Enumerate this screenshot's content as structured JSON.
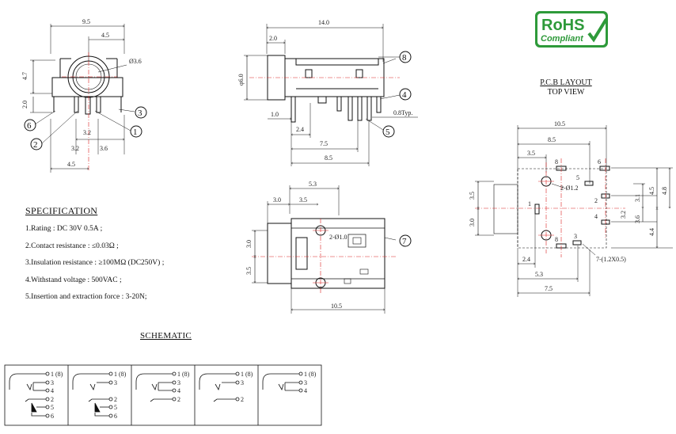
{
  "front_view": {
    "dims": {
      "w": "9.5",
      "half": "4.5",
      "hole": "Ø3.6",
      "h": "4.7",
      "leg": "2.0",
      "p1": "3.2",
      "p2": "3.2",
      "p3": "3.6",
      "base": "4.5"
    },
    "callouts": [
      "6",
      "2",
      "3",
      "1"
    ]
  },
  "side_view": {
    "dims": {
      "len": "14.0",
      "front": "2.0",
      "dia": "φ6.0",
      "d1": "1.0",
      "d2": "2.4",
      "d3": "7.5",
      "d4": "8.5",
      "typ": "0.8Typ."
    },
    "callouts": [
      "8",
      "4",
      "5"
    ]
  },
  "top_view": {
    "dims": {
      "w": "5.3",
      "a": "3.0",
      "b": "3.5",
      "c": "3.0",
      "d": "3.5",
      "hole": "2-Ø1.0",
      "len": "10.5"
    },
    "callouts": [
      "7"
    ]
  },
  "rohs": {
    "line1": "RoHS",
    "line2": "Compliant",
    "green": "#2e9a3a"
  },
  "pcb_layout": {
    "title": "P.C.B LAYOUT",
    "subtitle": "TOP VIEW",
    "dims": {
      "w": "10.5",
      "a": "8.5",
      "b": "3.5",
      "hole": "2-Ø1.2",
      "l1": "3.5",
      "l2": "3.0",
      "r1": "4.5",
      "r2": "4.8",
      "r3": "3.1",
      "r4": "3.2",
      "r5": "3.6",
      "r6": "4.4",
      "slot": "7-(1.2X0.5)",
      "bot1": "2.4",
      "bot2": "5.3",
      "bot3": "7.5"
    },
    "pins": [
      "8",
      "6",
      "5",
      "2",
      "1",
      "4",
      "8",
      "3"
    ]
  },
  "specification": {
    "title": "SPECIFICATION",
    "items": [
      "1.Rating  : DC 30V 0.5A ;",
      "2.Contact resistance : ≤0.03Ω ;",
      "3.Insulation resistance : ≥100MΩ (DC250V) ;",
      "4.Withstand voltage : 500VAC ;",
      "5.Insertion and extraction force : 3-20N;"
    ]
  },
  "schematic": {
    "title": "SCHEMATIC",
    "boxes": [
      {
        "pins": [
          "1 (8)",
          "3",
          "4",
          "2",
          "5",
          "6"
        ]
      },
      {
        "pins": [
          "1 (8)",
          "3",
          "2",
          "5",
          "6"
        ]
      },
      {
        "pins": [
          "1 (8)",
          "3",
          "4",
          "2"
        ]
      },
      {
        "pins": [
          "1 (8)",
          "3",
          "2"
        ]
      },
      {
        "pins": [
          "1 (8)",
          "3",
          "4"
        ]
      }
    ]
  }
}
